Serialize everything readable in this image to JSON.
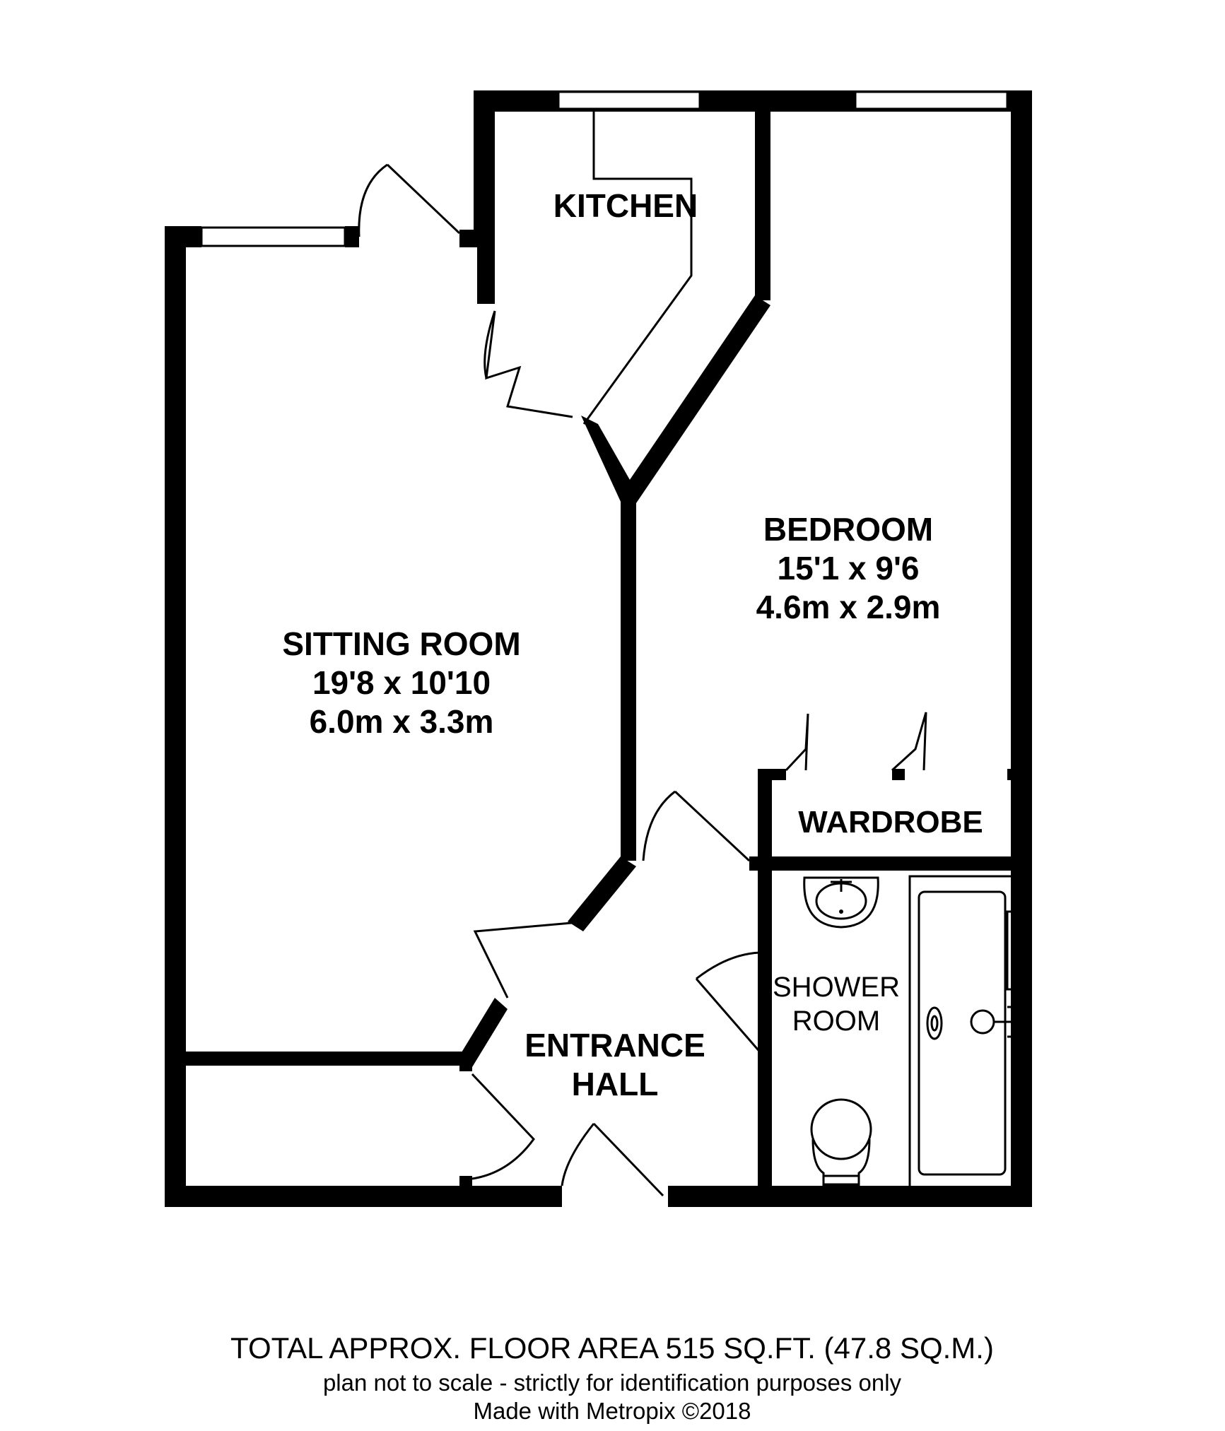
{
  "rooms": {
    "kitchen": {
      "name": "KITCHEN"
    },
    "bedroom": {
      "name": "BEDROOM",
      "size_imperial": "15'1 x 9'6",
      "size_metric": "4.6m x 2.9m"
    },
    "sitting_room": {
      "name": "SITTING ROOM",
      "size_imperial": "19'8 x 10'10",
      "size_metric": "6.0m x 3.3m"
    },
    "wardrobe": {
      "name": "WARDROBE"
    },
    "shower_room": {
      "name_line1": "SHOWER",
      "name_line2": "ROOM"
    },
    "entrance_hall": {
      "name_line1": "ENTRANCE",
      "name_line2": "HALL"
    }
  },
  "footer": {
    "total_area": "TOTAL APPROX. FLOOR AREA 515 SQ.FT. (47.8 SQ.M.)",
    "disclaimer": "plan not to scale - strictly for identification purposes only",
    "credit": "Made with Metropix ©2018"
  }
}
